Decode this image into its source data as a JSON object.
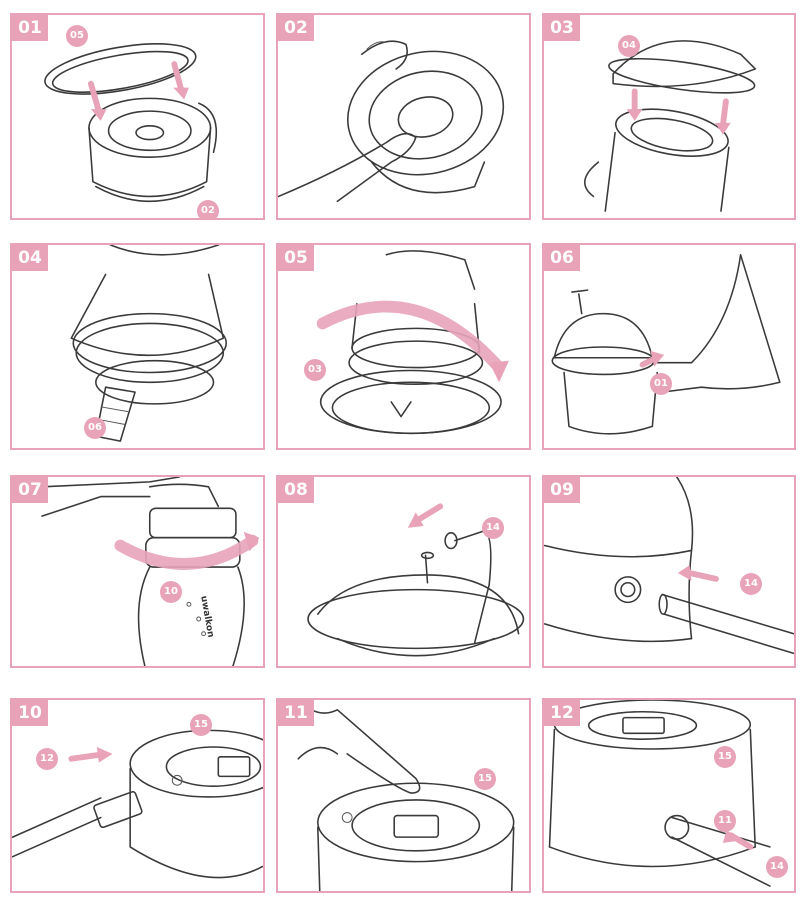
{
  "steps": [
    {
      "label": "01",
      "callouts": [
        "05",
        "02"
      ]
    },
    {
      "label": "02",
      "callouts": []
    },
    {
      "label": "03",
      "callouts": [
        "04"
      ]
    },
    {
      "label": "04",
      "callouts": [
        "06"
      ]
    },
    {
      "label": "05",
      "callouts": [
        "03"
      ]
    },
    {
      "label": "06",
      "callouts": [
        "01"
      ]
    },
    {
      "label": "07",
      "callouts": [
        "10"
      ],
      "bottle_brand": "uwalkon"
    },
    {
      "label": "08",
      "callouts": [
        "14"
      ]
    },
    {
      "label": "09",
      "callouts": [
        "14"
      ]
    },
    {
      "label": "10",
      "callouts": [
        "15",
        "12"
      ]
    },
    {
      "label": "11",
      "callouts": [
        "15"
      ]
    },
    {
      "label": "12",
      "callouts": [
        "15",
        "11",
        "14"
      ]
    }
  ],
  "colors": {
    "accent": "#e8a3b9",
    "line": "#3a3a3a"
  }
}
